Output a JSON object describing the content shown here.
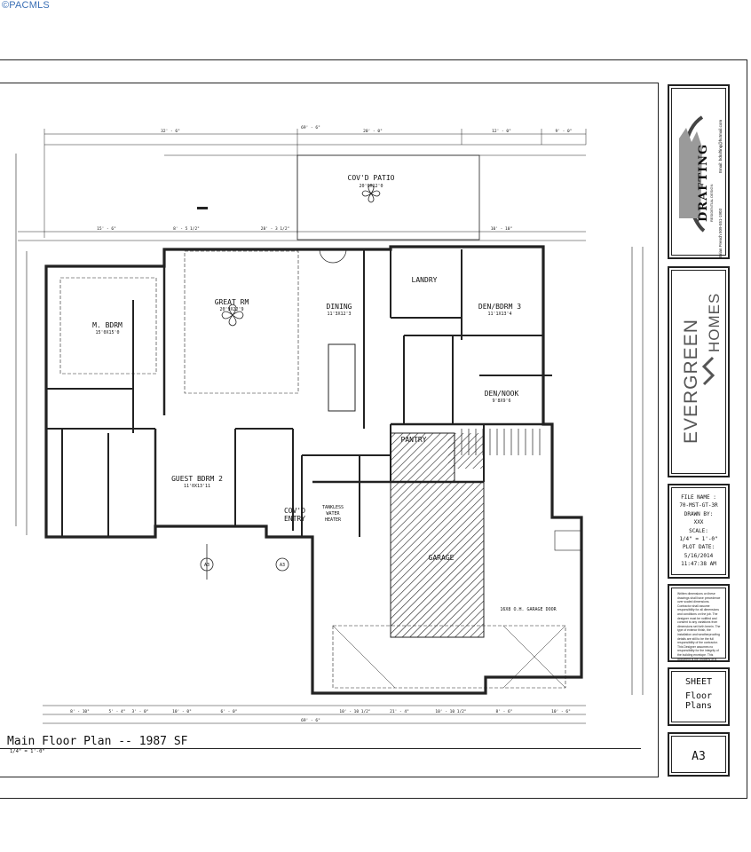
{
  "watermark": "©PACMLS",
  "plan": {
    "title": "Main Floor Plan -- 1987 SF",
    "scale": "1/4\" = 1'-0\"",
    "rooms": {
      "patio": {
        "name": "COV'D PATIO",
        "size": "20'0X12'0"
      },
      "great_rm": {
        "name": "GREAT RM",
        "size": "20'9X22'9"
      },
      "dining": {
        "name": "DINING",
        "size": "11'3X12'3"
      },
      "landry": {
        "name": "LANDRY"
      },
      "den3": {
        "name": "DEN/BDRM 3",
        "size": "11'1X13'4"
      },
      "mbdrm": {
        "name": "M. BDRM",
        "size": "15'0X15'0"
      },
      "den_nook": {
        "name": "DEN/NOOK",
        "size": "9'8X9'6"
      },
      "pantry": {
        "name": "PANTRY"
      },
      "guest": {
        "name": "GUEST BDRM 2",
        "size": "11'0X13'11"
      },
      "entry_1": {
        "name": "COV'D"
      },
      "entry_2": {
        "name": "ENTRY"
      },
      "garage": {
        "name": "GARAGE"
      },
      "wh_1": {
        "name": "TANKLESS"
      },
      "wh_2": {
        "name": "WATER"
      },
      "wh_3": {
        "name": "HEATER"
      }
    },
    "dims_top": [
      "32' - 6\"",
      "20' - 0\"",
      "12' - 0\"",
      "9' - 0\""
    ],
    "dims_top2": [
      "15' - 6\"",
      "8' - 5 1/2\"",
      "28' - 3 1/2\"",
      "10' - 10\""
    ],
    "dims_bottom": [
      "8' - 10\"",
      "5' - 4\"",
      "3' - 0\"",
      "10' - 0\"",
      "6' - 0\"",
      "10' - 10 1/2\"",
      "21' - 4\"",
      "10' - 10 1/2\"",
      "8' - 6\"",
      "10' - 6\""
    ],
    "overall": "69' - 6\"",
    "garage_door": "16X8 O.H. GARAGE DOOR",
    "section_tags": [
      "A3",
      "A3"
    ]
  },
  "titleblock": {
    "company_name": "DRAFTING",
    "company_tag": "RESIDENTIAL DESIGN",
    "company_contact": "Email: bdrafting@hotmail.com",
    "company_phone": "Brian French 509-551-1903",
    "brand_1": "EVERGREEN",
    "brand_2": "HOMES",
    "file_label": "FILE NAME :",
    "file_value": "70-MST-GT-3R",
    "drawn_label": "DRAWN BY:",
    "drawn_value": "XXX",
    "scale_label": "SCALE:",
    "scale_value": "1/4\" = 1'-0\"",
    "plot_label": "PLOT DATE:",
    "plot_date": "5/16/2014",
    "plot_time": "11:47:38 AM",
    "notes": "Written dimensions on these drawings shall have precedence over scaled dimensions. Contractor shall assume responsibility for all dimensions and conditions on the job. The designer must be notified and consent to any variations from dimensions set forth herein. The type of exterior finish, the installation and weatherproofing details are still to be the full responsibility of the contractor. This Designer assumes no responsibility for the integrity of the building envelope. This document is the property of B. Drafting. Copy, file reuse or reproduction is allowed without the written consent from B. Drafting Corp.",
    "sheet_label": "SHEET",
    "sheet_value": "Floor Plans",
    "sheet_number": "A3"
  }
}
